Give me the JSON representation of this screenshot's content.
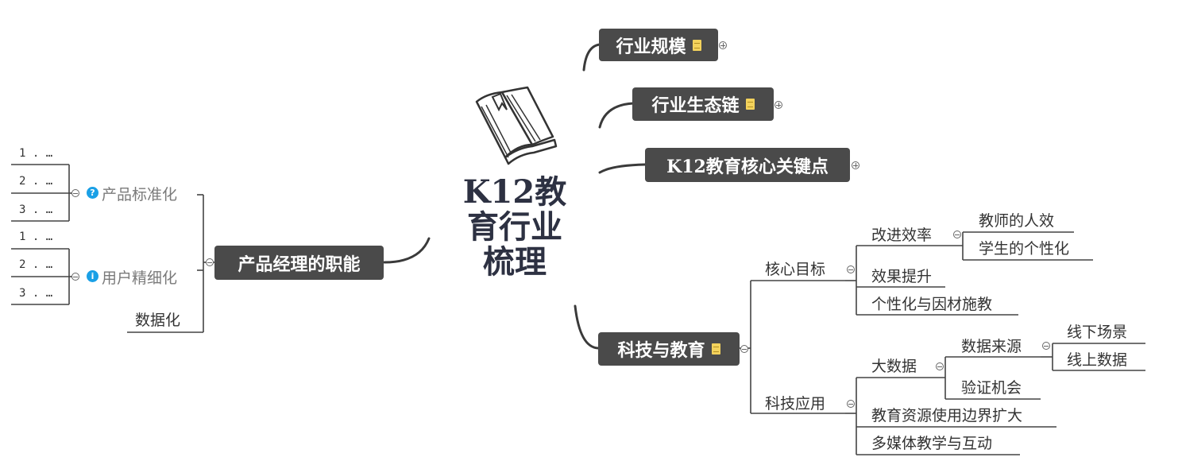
{
  "central": {
    "line1": "K12教",
    "line2": "育行业",
    "line3": "梳理",
    "icon": "book-icon"
  },
  "right_topics": {
    "scale": "行业规模",
    "ecosystem": "行业生态链",
    "keypoints": "K12教育核心关键点",
    "tech_edu": "科技与教育"
  },
  "left_topic": "产品经理的职能",
  "tech_branch": {
    "core_goal": "核心目标",
    "efficiency": "改进效率",
    "teacher_eff": "教师的人效",
    "student_personal": "学生的个性化",
    "effect": "效果提升",
    "personalized": "个性化与因材施教",
    "tech_app": "科技应用",
    "big_data": "大数据",
    "data_source": "数据来源",
    "offline": "线下场景",
    "online": "线上数据",
    "verify": "验证机会",
    "resources": "教育资源使用边界扩大",
    "multimedia": "多媒体教学与互动"
  },
  "pm_branch": {
    "standardize": "产品标准化",
    "user_refine": "用户精细化",
    "data": "数据化",
    "std_items": [
      "1 . …",
      "2 . …",
      "3 . …"
    ],
    "user_items": [
      "1 . …",
      "2 . …",
      "3 . …"
    ],
    "marker_question": "?",
    "marker_info": "i"
  },
  "colors": {
    "topic_bg": "#4a4a4a",
    "line": "#333333",
    "marker": "#1aa0e6",
    "note": "#f3d25c"
  }
}
